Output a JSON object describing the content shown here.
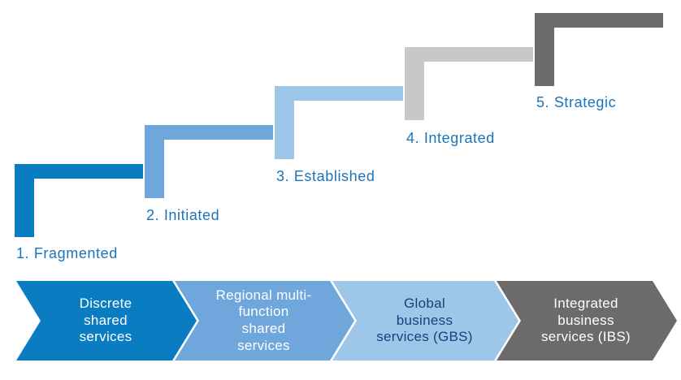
{
  "colors": {
    "step_1": "#0a7cc1",
    "step_2": "#6fa6dc",
    "step_3": "#9ec6e8",
    "step_4": "#c7c8ca",
    "step_5": "#6d6a6b",
    "label_text": "#1b74b9",
    "chevron_text_light": "#ffffff",
    "chevron_text_dark": "#17417c"
  },
  "stages": [
    {
      "label": "1. Fragmented"
    },
    {
      "label": "2. Initiated"
    },
    {
      "label": "3. Established"
    },
    {
      "label": "4. Integrated"
    },
    {
      "label": "5. Strategic"
    }
  ],
  "chevrons": [
    {
      "text": "Discrete\nshared\nservices"
    },
    {
      "text": "Regional multi-\nfunction\nshared\nservices"
    },
    {
      "text": "Global\nbusiness\nservices (GBS)"
    },
    {
      "text": "Integrated\nbusiness\nservices (IBS)"
    }
  ]
}
